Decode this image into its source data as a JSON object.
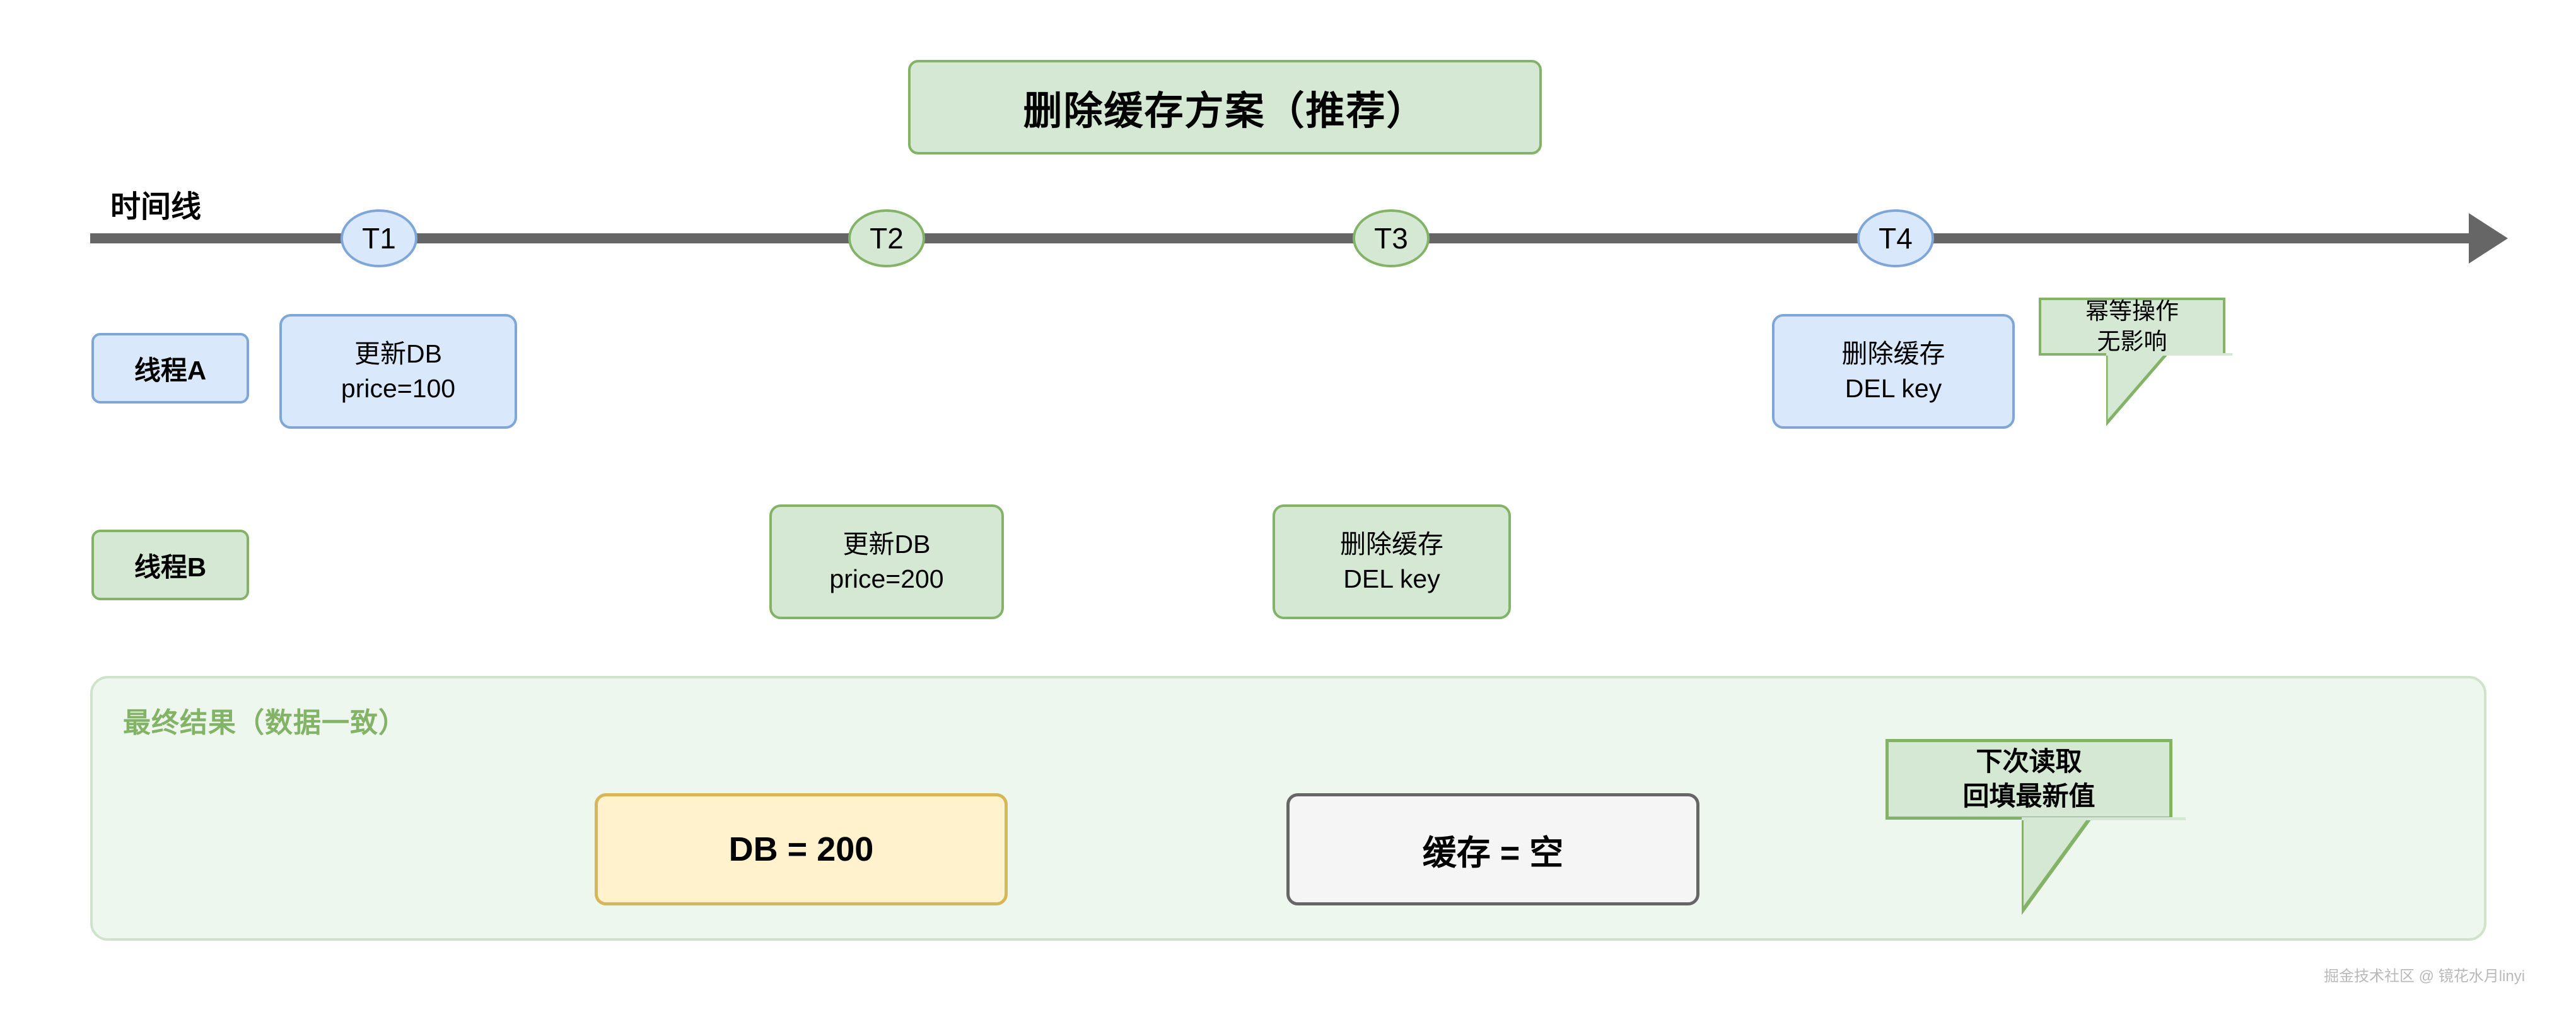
{
  "title": "删除缓存方案（推荐）",
  "timeline": {
    "label": "时间线",
    "nodes": [
      {
        "label": "T1",
        "color": "blue"
      },
      {
        "label": "T2",
        "color": "green"
      },
      {
        "label": "T3",
        "color": "green"
      },
      {
        "label": "T4",
        "color": "blue"
      }
    ],
    "arrow_icon": "arrow-right-icon"
  },
  "lanes": [
    {
      "label": "线程A",
      "color": "blue"
    },
    {
      "label": "线程B",
      "color": "green"
    }
  ],
  "actions": {
    "a_t1": {
      "line1": "更新DB",
      "line2": "price=100"
    },
    "a_t4": {
      "line1": "删除缓存",
      "line2": "DEL key"
    },
    "b_t2": {
      "line1": "更新DB",
      "line2": "price=200"
    },
    "b_t3": {
      "line1": "删除缓存",
      "line2": "DEL key"
    }
  },
  "callouts": {
    "idempotent": {
      "line1": "幂等操作",
      "line2": "无影响"
    },
    "next_read": {
      "line1": "下次读取",
      "line2": "回填最新值"
    }
  },
  "result": {
    "title": "最终结果（数据一致）",
    "db_box": "DB = 200",
    "cache_box": "缓存 = 空"
  },
  "watermark": "掘金技术社区 @ 镜花水月linyi",
  "colors": {
    "blue_fill": "#dae8fc",
    "blue_stroke": "#7ea6d9",
    "green_fill": "#d5e8d4",
    "green_stroke": "#82b366",
    "yellow_fill": "#fff2cc",
    "yellow_stroke": "#d6b656",
    "gray_stroke": "#666666",
    "panel_fill": "#eef7ee",
    "timeline_gray": "#666666"
  }
}
